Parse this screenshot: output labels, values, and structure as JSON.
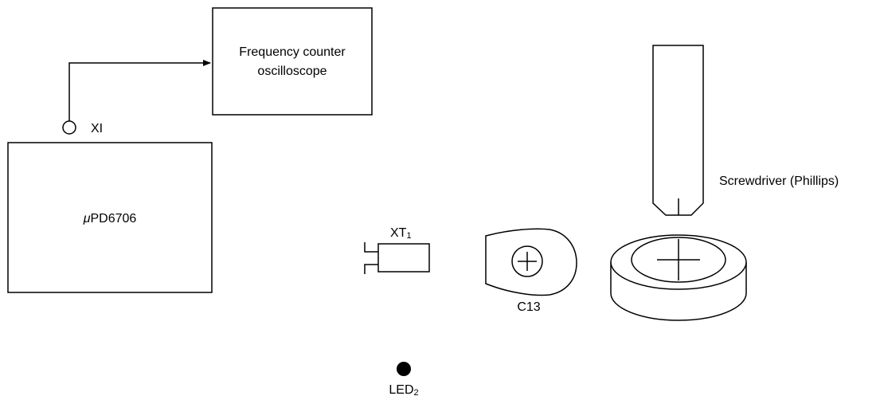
{
  "diagram": {
    "counter_line1": "Frequency counter",
    "counter_line2": "oscilloscope",
    "probe_label": "XI",
    "chip_prefix": "μ",
    "chip_name": "PD6706",
    "crystal_label": "XT",
    "crystal_sub": "1",
    "trimmer_label": "C13",
    "screwdriver_label": "Screwdriver (Phillips)",
    "led_label": "LED",
    "led_sub": "2"
  }
}
